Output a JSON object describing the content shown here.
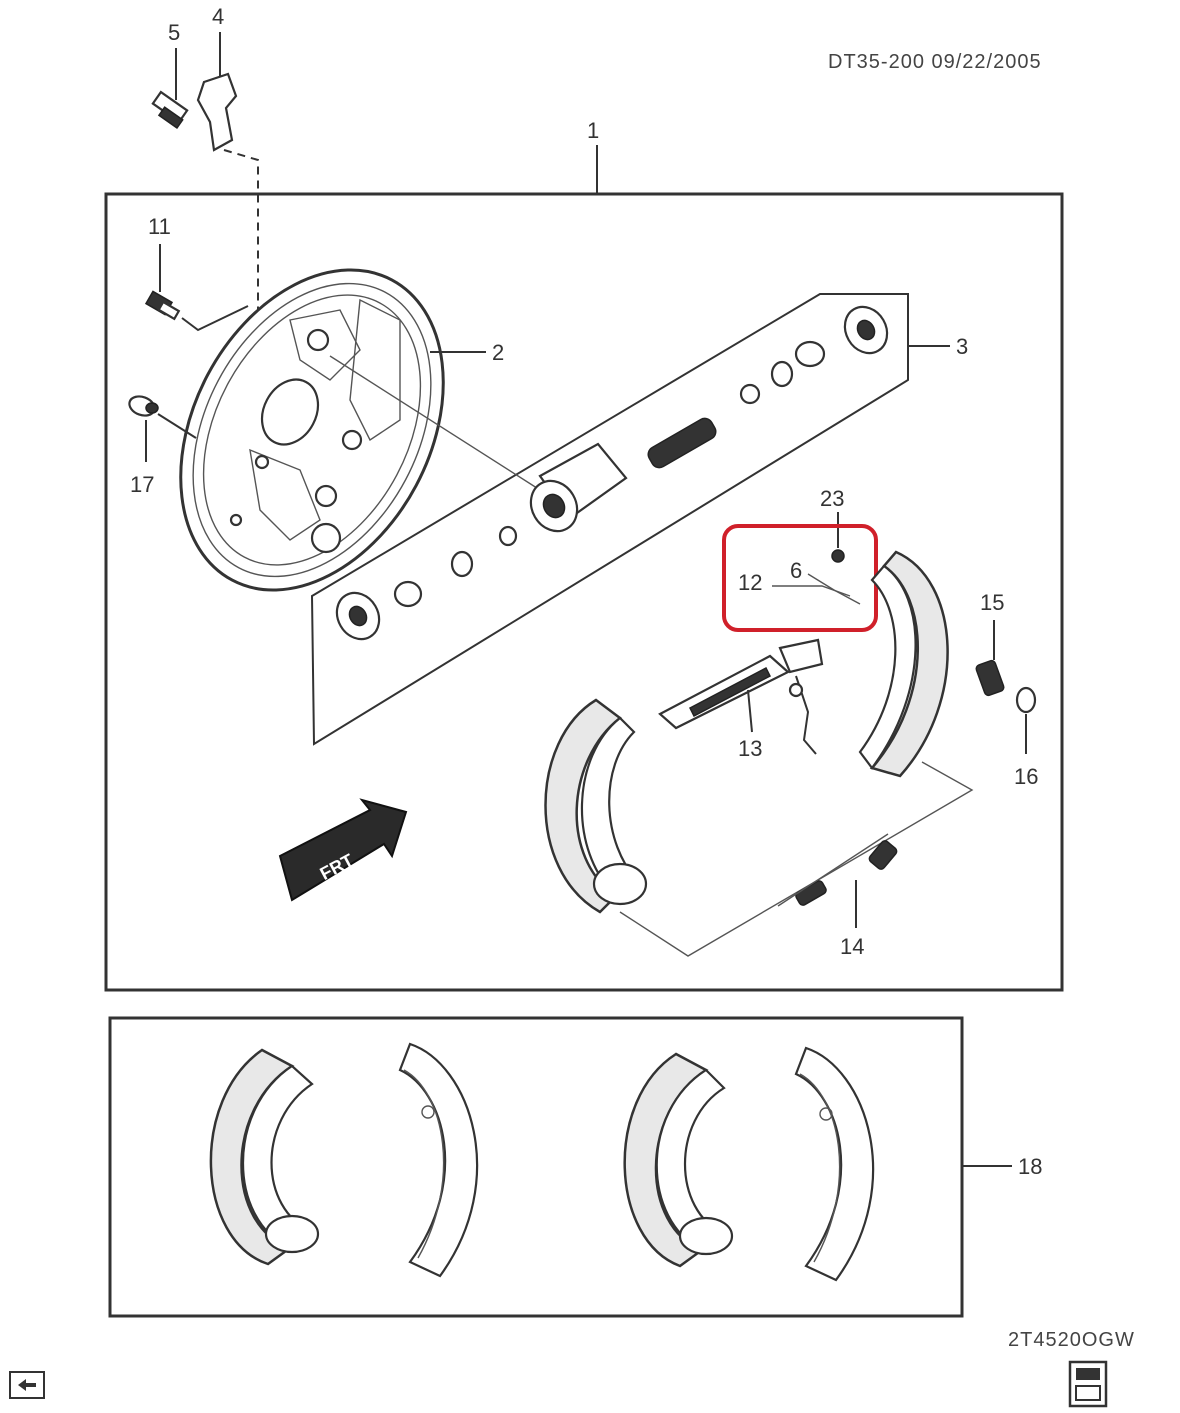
{
  "header": {
    "drawing_code": "DT35-200  09/22/2005"
  },
  "footer": {
    "figure_code": "2T4520OGW"
  },
  "arrow_label": "FRT",
  "callouts": {
    "c1": "1",
    "c2": "2",
    "c3": "3",
    "c4": "4",
    "c5": "5",
    "c6": "6",
    "c11": "11",
    "c12": "12",
    "c13": "13",
    "c14": "14",
    "c15": "15",
    "c16": "16",
    "c17": "17",
    "c18": "18",
    "c23": "23"
  },
  "highlight_color": "#d0202a",
  "icons": [
    "back-icon",
    "print-icon"
  ]
}
